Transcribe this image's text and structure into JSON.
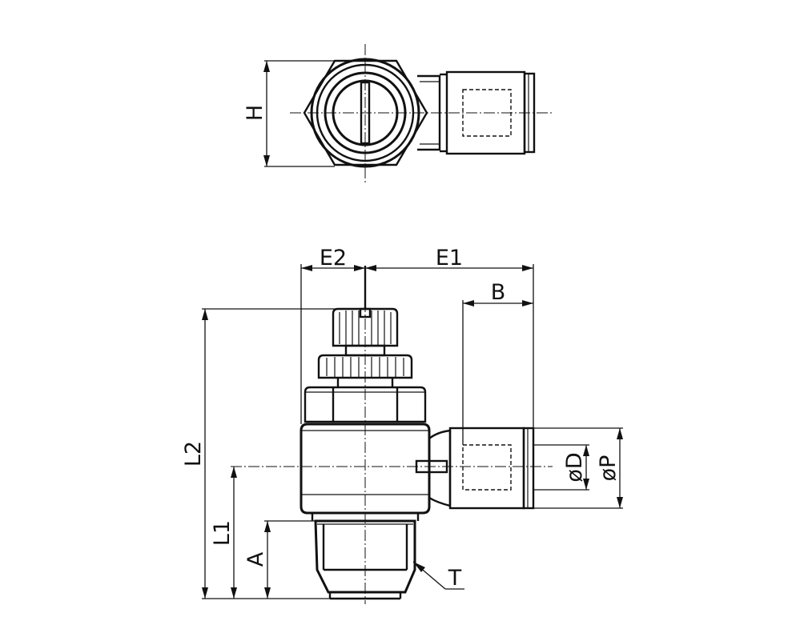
{
  "dimension_labels": {
    "H": "H",
    "E2": "E2",
    "E1": "E1",
    "B": "B",
    "L2": "L2",
    "L1": "L1",
    "A": "A",
    "T": "T",
    "D": "øD",
    "P": "øP"
  }
}
